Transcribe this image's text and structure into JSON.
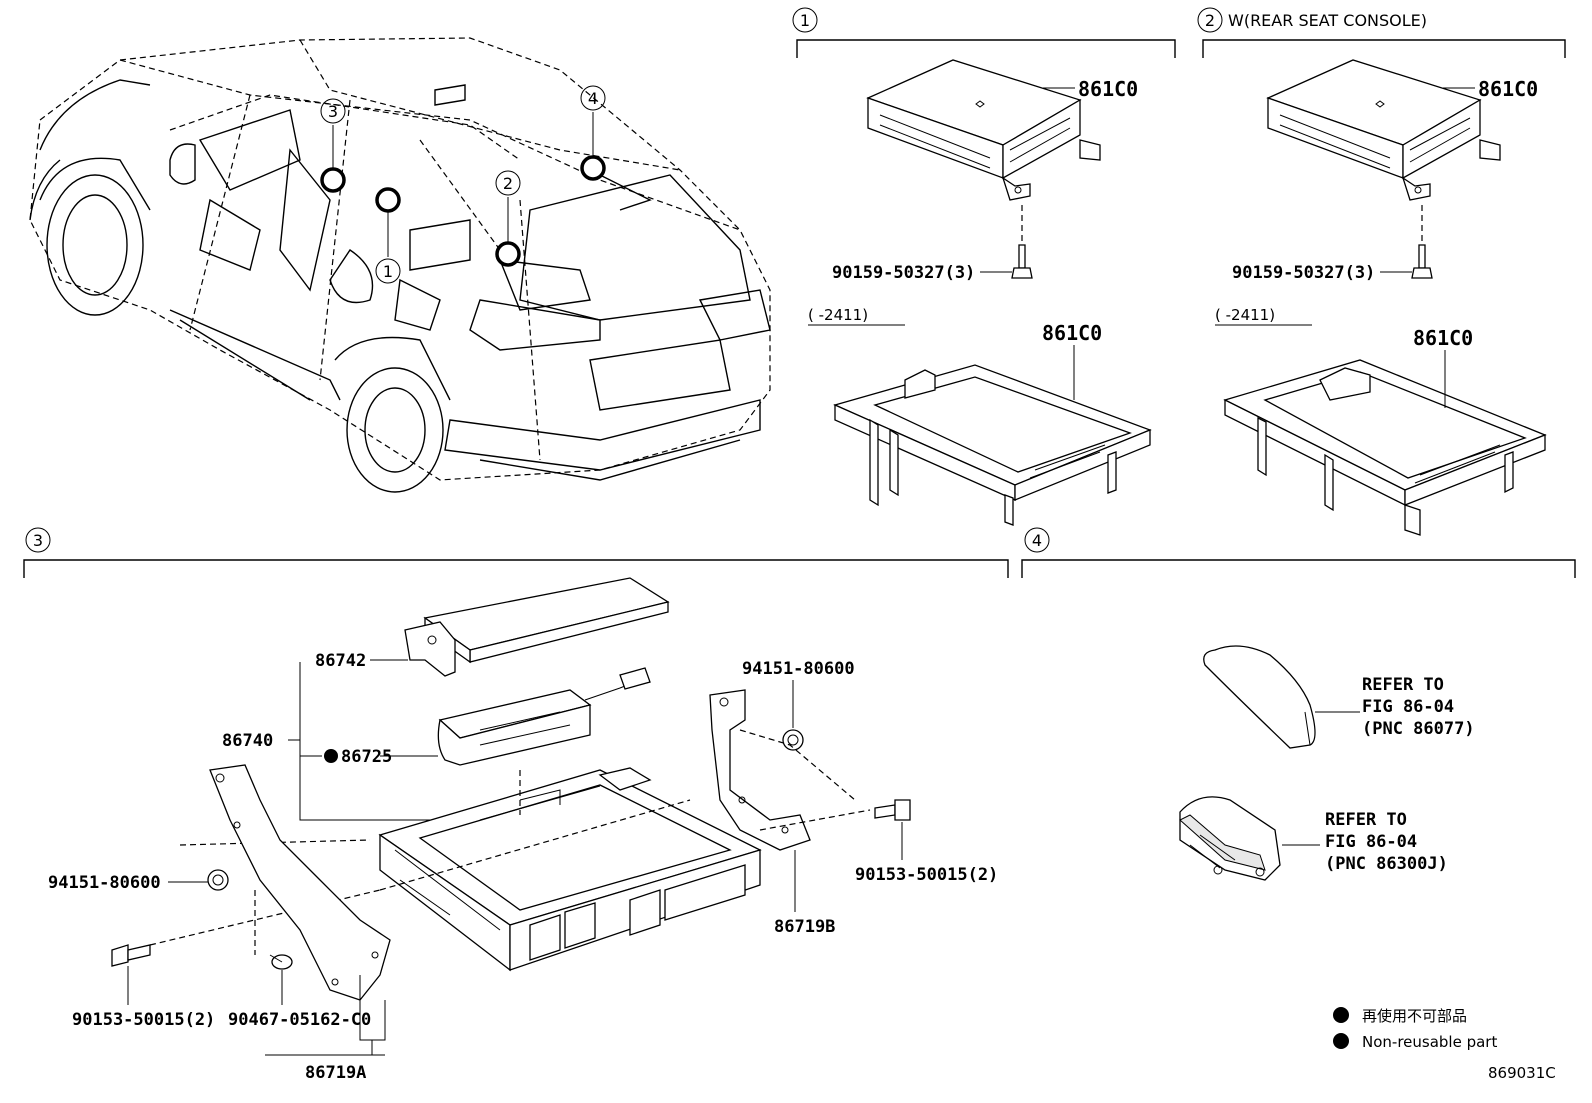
{
  "sections": {
    "s1": {
      "num": "1"
    },
    "s2": {
      "num": "2",
      "title": "W(REAR SEAT CONSOLE)"
    },
    "s3": {
      "num": "3"
    },
    "s4": {
      "num": "4"
    }
  },
  "vehicle_callouts": [
    "1",
    "2",
    "3",
    "4"
  ],
  "parts": {
    "s1_ecu": "861C0",
    "s1_bolt": "90159-50327(3)",
    "s1_date": "(    -2411)",
    "s1_tray": "861C0",
    "s2_ecu": "861C0",
    "s2_bolt": "90159-50327(3)",
    "s2_date": "(    -2411)",
    "s2_tray": "861C0",
    "p86742": "86742",
    "p86740": "86740",
    "p86725": "86725",
    "p94151_right": "94151-80600",
    "p94151_left": "94151-80600",
    "p90153_right": "90153-50015(2)",
    "p90153_left": "90153-50015(2)",
    "p90467": "90467-05162-C0",
    "p86719B": "86719B",
    "p86719A": "86719A"
  },
  "refer1": {
    "l1": "REFER TO",
    "l2": "FIG 86-04",
    "l3": "(PNC 86077)"
  },
  "refer2": {
    "l1": "REFER TO",
    "l2": "FIG 86-04",
    "l3": "(PNC 86300J)"
  },
  "legend": {
    "jp": "再使用不可部品",
    "en": "Non-reusable part"
  },
  "figure_code": "869031C"
}
